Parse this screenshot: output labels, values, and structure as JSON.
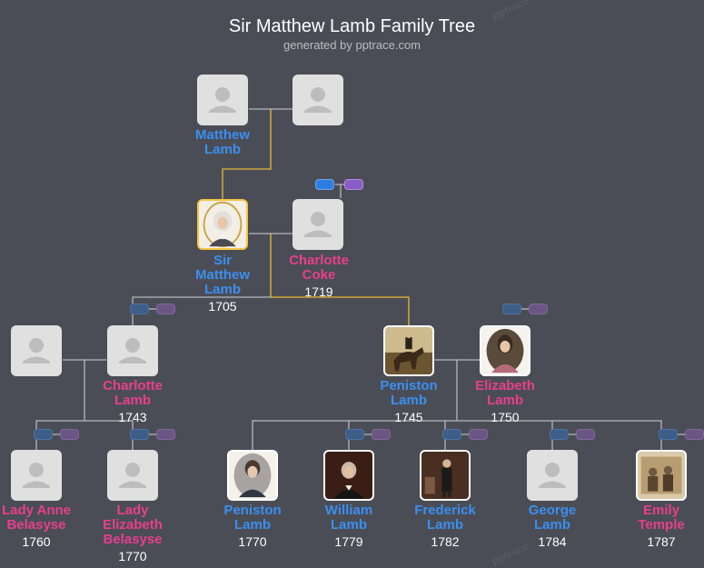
{
  "header": {
    "title": "Sir Matthew Lamb Family Tree",
    "subtitle": "generated by pptrace.com"
  },
  "watermark": "pptrace",
  "colors": {
    "background": "#4a4d55",
    "male_name": "#3b8ff0",
    "female_name": "#e83f8e",
    "focus_border": "#f5c542",
    "link_line": "#b5b8bf",
    "ancestry_line": "#e8b93c"
  },
  "people": {
    "p1": {
      "name": "Matthew\nLamb",
      "year": "",
      "gender": "male",
      "photo": false
    },
    "p2": {
      "name": "",
      "year": "",
      "gender": "female",
      "photo": false
    },
    "focus": {
      "name": "Sir\nMatthew\nLamb",
      "year": "1705",
      "gender": "male",
      "photo": true,
      "photo_icon": "portrait-man-wig"
    },
    "spouse": {
      "name": "Charlotte\nCoke",
      "year": "1719",
      "gender": "female",
      "photo": false
    },
    "inlaw": {
      "name": "",
      "year": "",
      "gender": "male",
      "photo": false
    },
    "charlotte": {
      "name": "Charlotte\nLamb",
      "year": "1743",
      "gender": "female",
      "photo": false
    },
    "peniston": {
      "name": "Peniston\nLamb",
      "year": "1745",
      "gender": "male",
      "photo": true,
      "photo_icon": "portrait-horse-rider"
    },
    "elizabeth": {
      "name": "Elizabeth\nLamb",
      "year": "1750",
      "gender": "female",
      "photo": true,
      "photo_icon": "portrait-lady"
    },
    "anne": {
      "name": "Lady Anne\nBelasyse",
      "year": "1760",
      "gender": "female",
      "photo": false
    },
    "ladyeliz": {
      "name": "Lady\nElizabeth\nBelasyse",
      "year": "1770",
      "gender": "female",
      "photo": false
    },
    "peniston2": {
      "name": "Peniston\nLamb",
      "year": "1770",
      "gender": "male",
      "photo": true,
      "photo_icon": "portrait-young-man"
    },
    "william": {
      "name": "William\nLamb",
      "year": "1779",
      "gender": "male",
      "photo": true,
      "photo_icon": "portrait-old-man"
    },
    "frederick": {
      "name": "Frederick\nLamb",
      "year": "1782",
      "gender": "male",
      "photo": true,
      "photo_icon": "portrait-standing-man"
    },
    "george": {
      "name": "George\nLamb",
      "year": "1784",
      "gender": "male",
      "photo": false
    },
    "emily": {
      "name": "Emily\nTemple",
      "year": "1787",
      "gender": "female",
      "photo": true,
      "photo_icon": "portrait-sepia-group"
    }
  }
}
